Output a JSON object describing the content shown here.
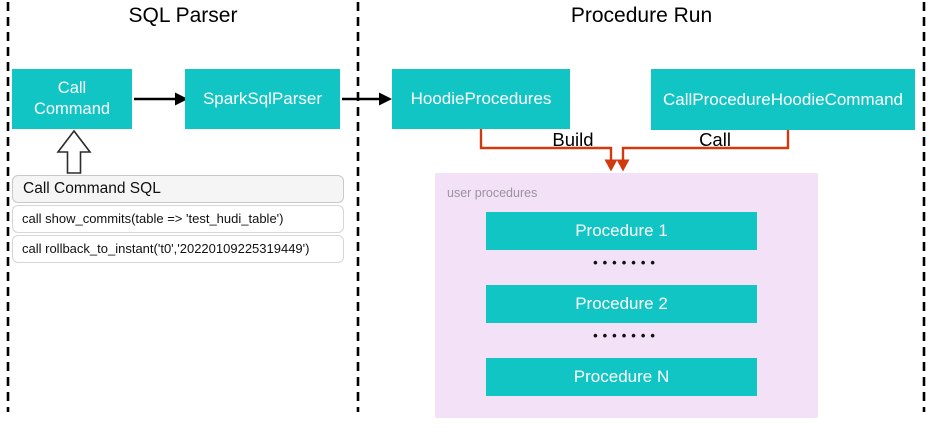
{
  "left_section": {
    "title": "SQL Parser",
    "call_command_box": "Call Command",
    "spark_sql_parser_box": "SparkSqlParser",
    "sql_panel": {
      "header": "Call Command SQL",
      "rows": [
        "call show_commits(table => 'test_hudi_table')",
        "call rollback_to_instant('t0','20220109225319449')"
      ]
    }
  },
  "right_section": {
    "title": "Procedure Run",
    "hoodie_procedures_box": "HoodieProcedures",
    "call_procedure_hoodie_command_box": "CallProcedureHoodieCommand",
    "build_edge_label": "Build",
    "call_edge_label": "Call",
    "user_procedures_panel": {
      "label": "user procedures",
      "procedures": [
        "Procedure 1",
        "Procedure 2",
        "Procedure N"
      ],
      "ellipsis_dots": "•••••••"
    }
  },
  "colors": {
    "node_fill_teal": "#11C5C5",
    "connector_orange": "#D13A0F",
    "panel_pink_fill": "#F3E2F7",
    "muted_label_gray": "#9A939E",
    "connector_black": "#000000"
  }
}
